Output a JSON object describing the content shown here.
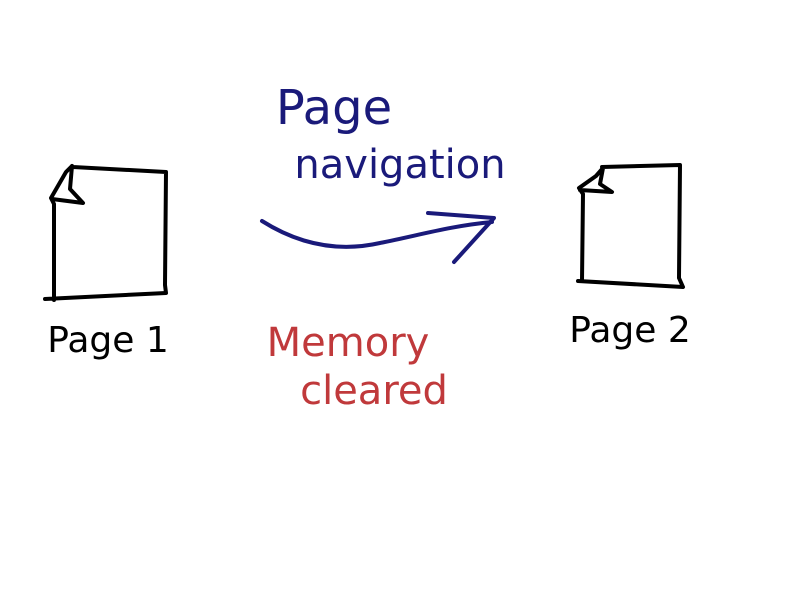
{
  "page1": {
    "label": "Page 1"
  },
  "page2": {
    "label": "Page 2"
  },
  "navigation": {
    "label_line1": "Page",
    "label_line2": "navigation"
  },
  "memory_note": {
    "line1": "Memory",
    "line2": "cleared"
  },
  "colors": {
    "ink": "#000000",
    "navigation": "#1a1a7a",
    "memory": "#c0393b",
    "background": "#ffffff"
  }
}
